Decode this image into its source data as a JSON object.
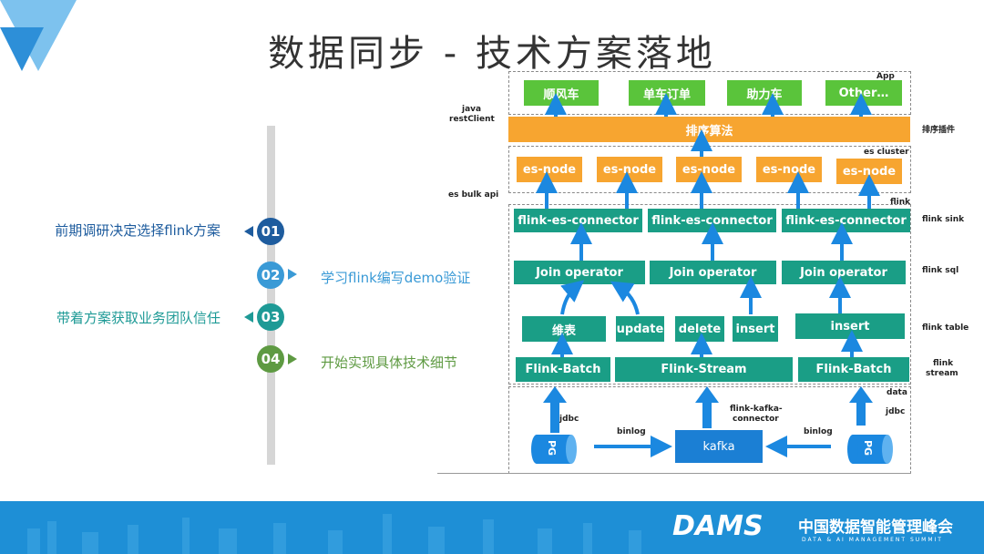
{
  "title": "数据同步 - 技术方案落地",
  "timeline": [
    {
      "num": "01",
      "text": "前期调研决定选择flink方案",
      "color": "#1e5c9e",
      "side": "left"
    },
    {
      "num": "02",
      "text": "学习flink编写demo验证",
      "color": "#3a9ad6",
      "side": "right"
    },
    {
      "num": "03",
      "text": "带着方案获取业务团队信任",
      "color": "#1e9a96",
      "side": "left"
    },
    {
      "num": "04",
      "text": "开始实现具体技术细节",
      "color": "#5e9a42",
      "side": "right"
    }
  ],
  "diagram": {
    "apps": [
      "顺风车",
      "单车订单",
      "助力车",
      "Other…"
    ],
    "sort": "排序算法",
    "es_nodes": [
      "es-node",
      "es-node",
      "es-node",
      "es-node",
      "es-node"
    ],
    "connectors": [
      "flink-es-connector",
      "flink-es-connector",
      "flink-es-connector"
    ],
    "joins": [
      "Join operator",
      "Join operator",
      "Join operator"
    ],
    "tables": [
      "维表",
      "update",
      "delete",
      "insert",
      "insert"
    ],
    "streams": [
      "Flink-Batch",
      "Flink-Stream",
      "Flink-Batch"
    ],
    "kafka": "kafka",
    "pg": "PG",
    "labels": {
      "app": "App",
      "java": "java",
      "restclient": "restClient",
      "sort_plugin": "排序插件",
      "es_cluster": "es cluster",
      "es_bulk": "es bulk api",
      "flink": "flink",
      "flink_sink": "flink sink",
      "flink_sql": "flink sql",
      "flink_table": "flink table",
      "flink_stream_1": "flink",
      "flink_stream_2": "stream",
      "data": "data",
      "jdbc": "jdbc",
      "binlog": "binlog",
      "fkc_1": "flink-kafka-",
      "fkc_2": "connector"
    }
  },
  "footer": {
    "brand": "DAMS",
    "brand_cn": "中国数据智能管理峰会",
    "brand_sub": "DATA & AI MANAGEMENT SUMMIT"
  },
  "colors": {
    "app_green": "#5ac43b",
    "orange": "#f7a530",
    "teal": "#1a9e86",
    "arrow_blue": "#1b88e0",
    "footer_blue": "#1e8fd6"
  }
}
